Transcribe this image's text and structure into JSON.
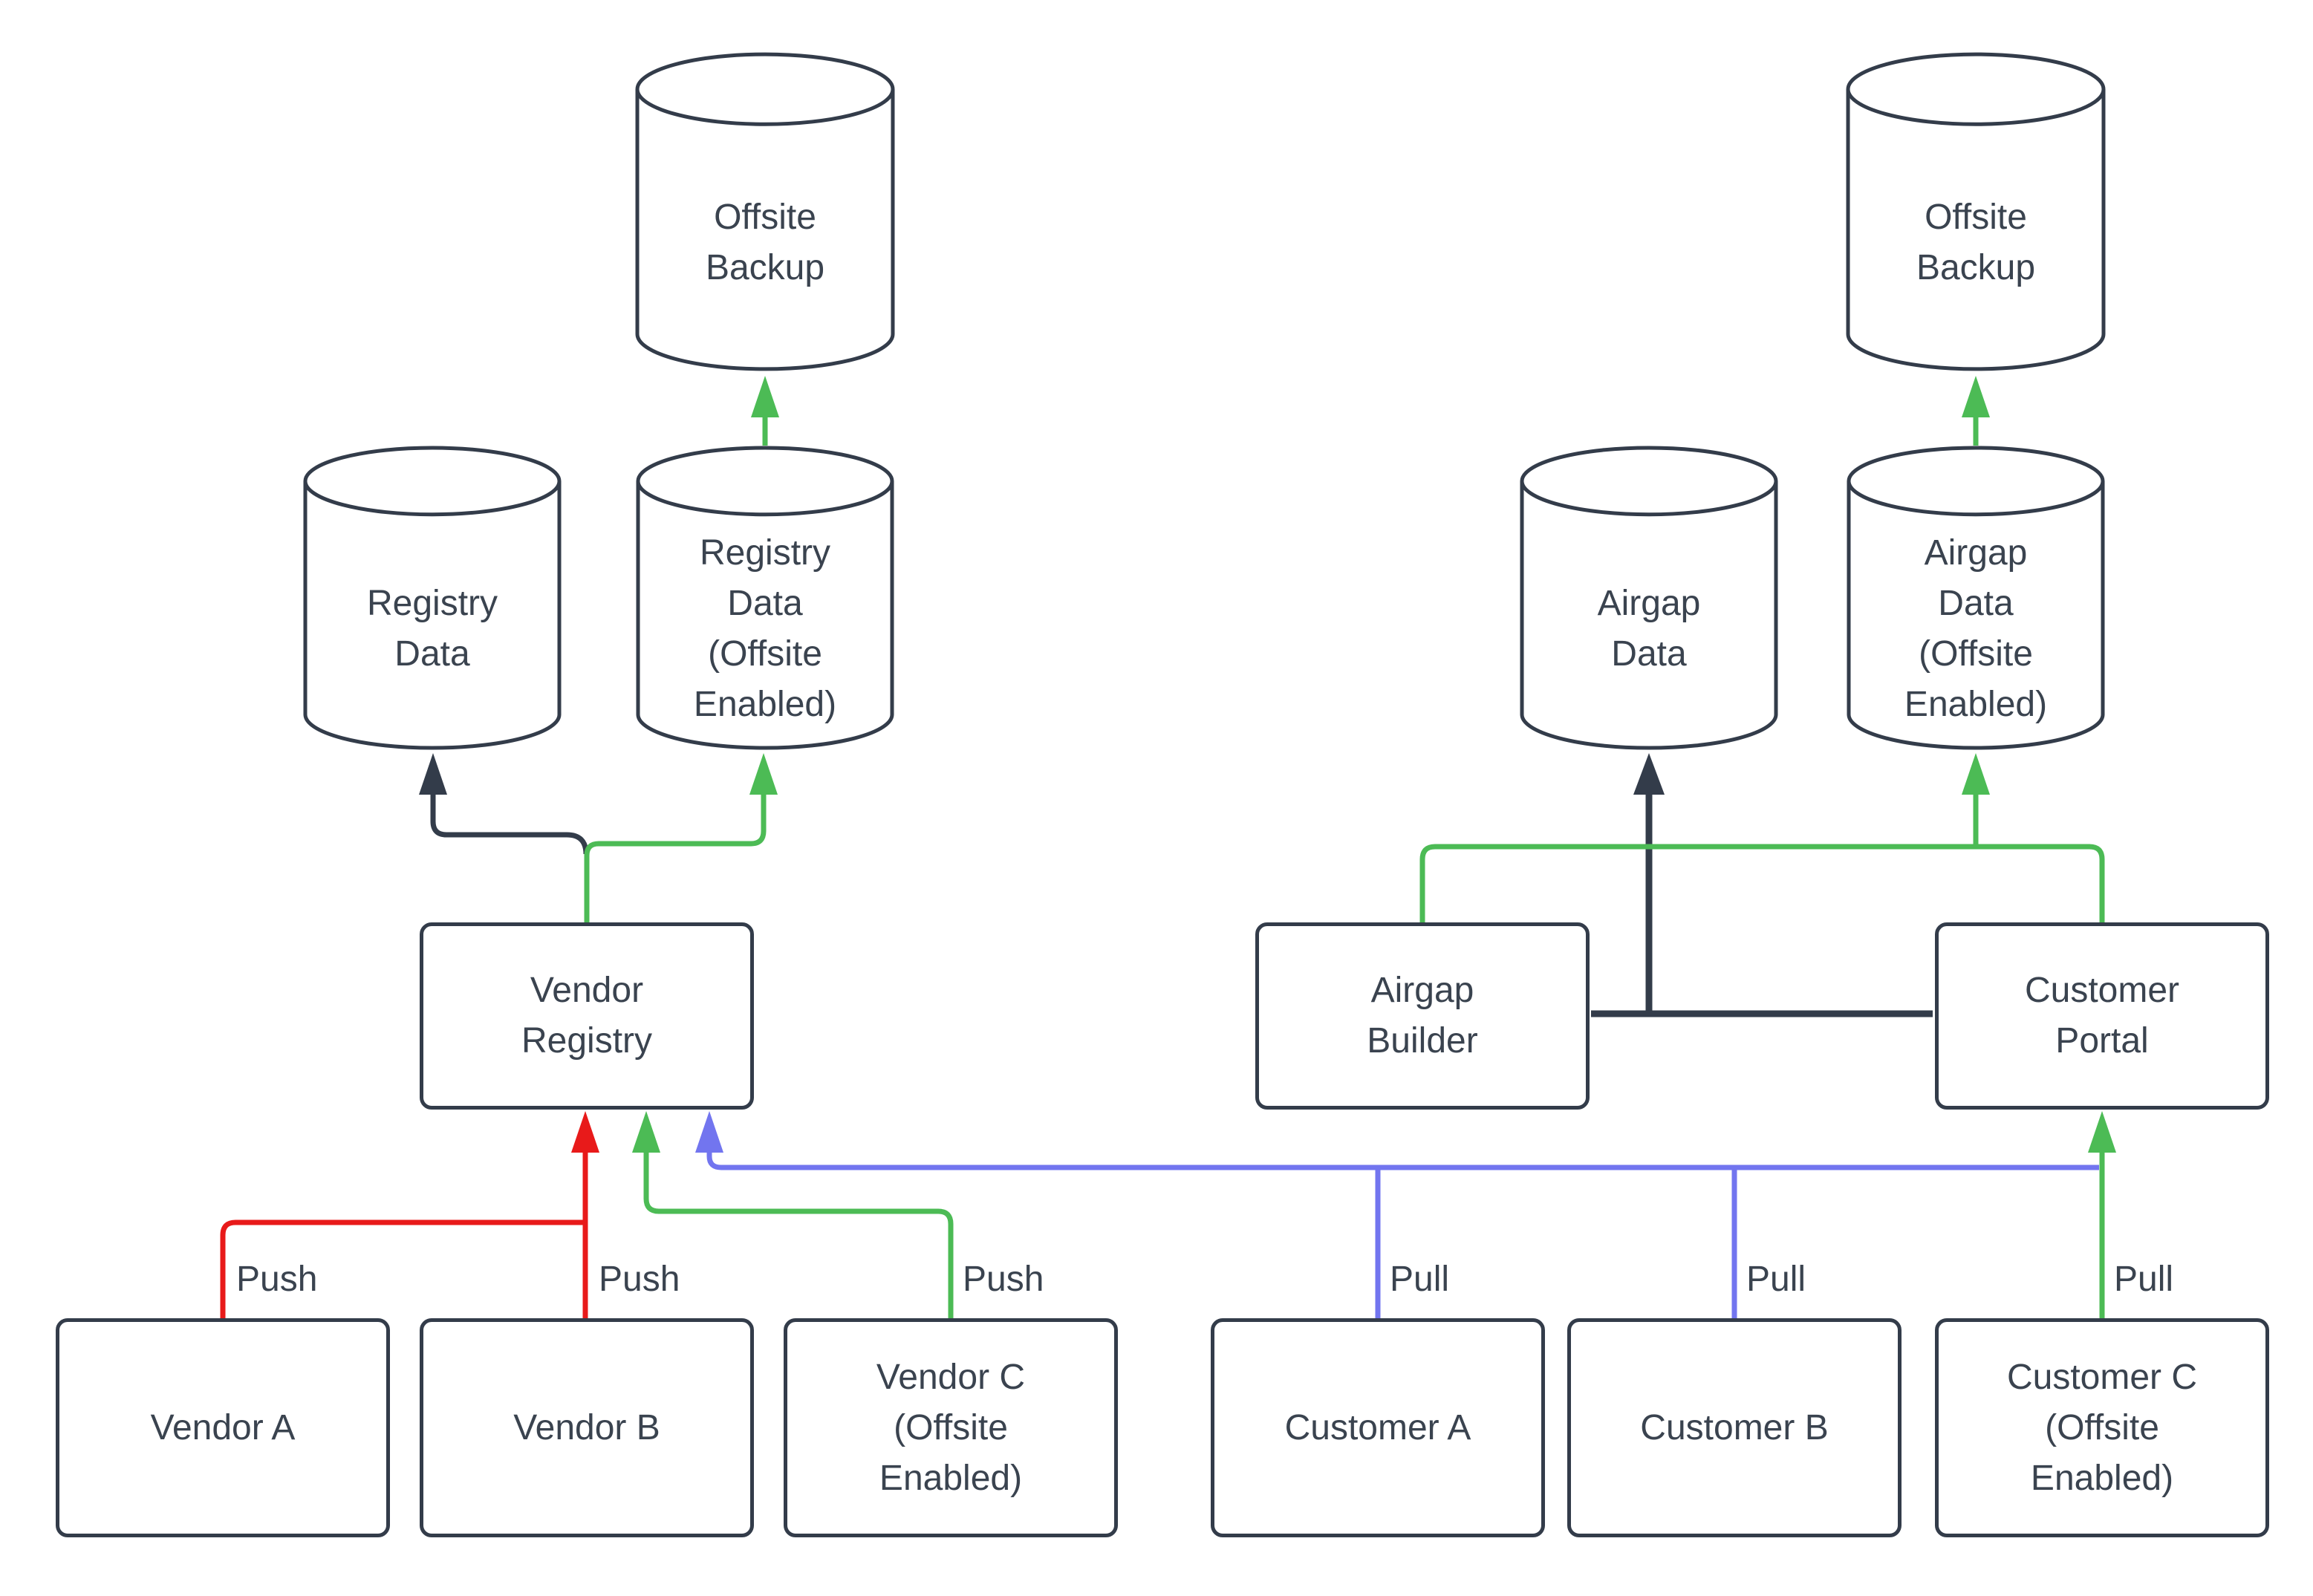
{
  "title": "Registry / Airgap data flow diagram",
  "colors": {
    "line": "#333C4A",
    "green": "#4CBB55",
    "red": "#E81A1A",
    "blue": "#7275EF",
    "text": "#3A434F"
  },
  "nodes": {
    "offsite_backup_left": {
      "type": "database",
      "label": "Offsite\nBackup"
    },
    "registry_data": {
      "type": "database",
      "label": "Registry\nData"
    },
    "registry_data_offsite": {
      "type": "database",
      "label": "Registry\nData\n(Offsite\nEnabled)"
    },
    "airgap_data": {
      "type": "database",
      "label": "Airgap\nData"
    },
    "airgap_data_offsite": {
      "type": "database",
      "label": "Airgap\nData\n(Offsite\nEnabled)"
    },
    "offsite_backup_right": {
      "type": "database",
      "label": "Offsite\nBackup"
    },
    "vendor_registry": {
      "type": "process",
      "label": "Vendor\nRegistry"
    },
    "airgap_builder": {
      "type": "process",
      "label": "Airgap\nBuilder"
    },
    "customer_portal": {
      "type": "process",
      "label": "Customer\nPortal"
    },
    "vendor_a": {
      "type": "actor",
      "label": "Vendor A"
    },
    "vendor_b": {
      "type": "actor",
      "label": "Vendor B"
    },
    "vendor_c": {
      "type": "actor",
      "label": "Vendor C\n(Offsite\nEnabled)"
    },
    "customer_a": {
      "type": "actor",
      "label": "Customer A"
    },
    "customer_b": {
      "type": "actor",
      "label": "Customer B"
    },
    "customer_c": {
      "type": "actor",
      "label": "Customer C\n(Offsite\nEnabled)"
    }
  },
  "edges": [
    {
      "from": "Vendor A",
      "to": "Vendor Registry",
      "label": "Push",
      "color": "red"
    },
    {
      "from": "Vendor B",
      "to": "Vendor Registry",
      "label": "Push",
      "color": "red"
    },
    {
      "from": "Vendor C (Offsite Enabled)",
      "to": "Vendor Registry",
      "label": "Push",
      "color": "green"
    },
    {
      "from": "Customer A",
      "to": "Vendor Registry",
      "label": "Pull",
      "color": "blue"
    },
    {
      "from": "Customer B",
      "to": "Vendor Registry",
      "label": "Pull",
      "color": "blue"
    },
    {
      "from": "Customer C (Offsite Enabled)",
      "to": "Customer Portal",
      "label": "Pull",
      "color": "green"
    },
    {
      "from": "Vendor Registry",
      "to": "Registry Data",
      "label": "",
      "color": "dark"
    },
    {
      "from": "Vendor Registry",
      "to": "Registry Data (Offsite Enabled)",
      "label": "",
      "color": "green"
    },
    {
      "from": "Registry Data (Offsite Enabled)",
      "to": "Offsite Backup",
      "label": "",
      "color": "green"
    },
    {
      "from": "Airgap Builder",
      "to": "Airgap Data",
      "label": "",
      "color": "dark"
    },
    {
      "from": "Customer Portal",
      "to": "Airgap Data",
      "label": "",
      "color": "dark"
    },
    {
      "from": "Customer Portal",
      "to": "Airgap Builder",
      "label": "",
      "color": "green"
    },
    {
      "from": "Customer Portal",
      "to": "Airgap Data (Offsite Enabled)",
      "label": "",
      "color": "green"
    },
    {
      "from": "Airgap Data (Offsite Enabled)",
      "to": "Offsite Backup",
      "label": "",
      "color": "green"
    }
  ]
}
